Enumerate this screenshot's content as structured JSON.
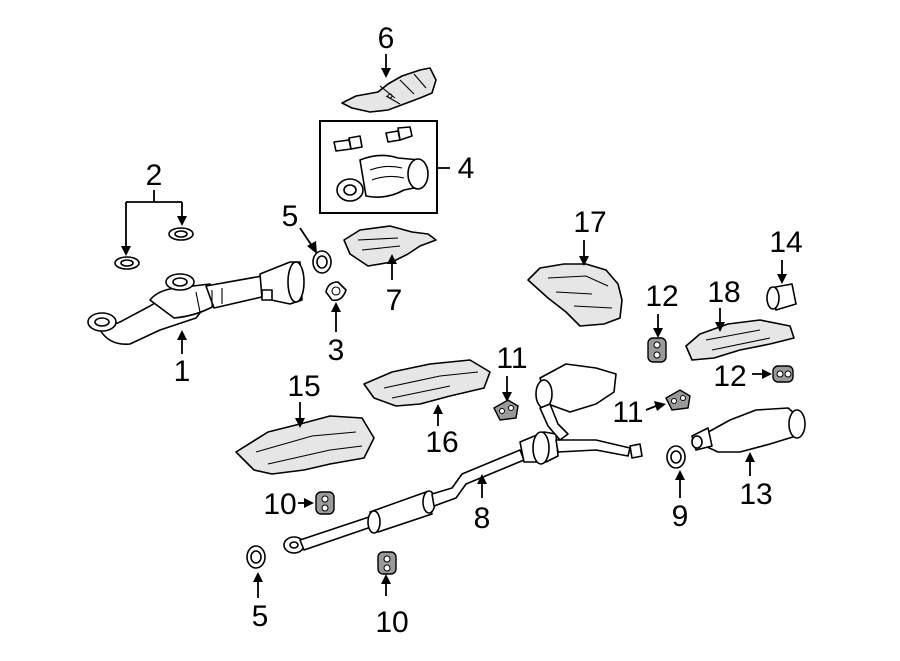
{
  "callouts": {
    "c1": "1",
    "c2": "2",
    "c3": "3",
    "c4": "4",
    "c5a": "5",
    "c5b": "5",
    "c6": "6",
    "c7": "7",
    "c8": "8",
    "c9": "9",
    "c10a": "10",
    "c10b": "10",
    "c11a": "11",
    "c11b": "11",
    "c12a": "12",
    "c12b": "12",
    "c13": "13",
    "c14": "14",
    "c15": "15",
    "c16": "16",
    "c17": "17",
    "c18": "18"
  }
}
